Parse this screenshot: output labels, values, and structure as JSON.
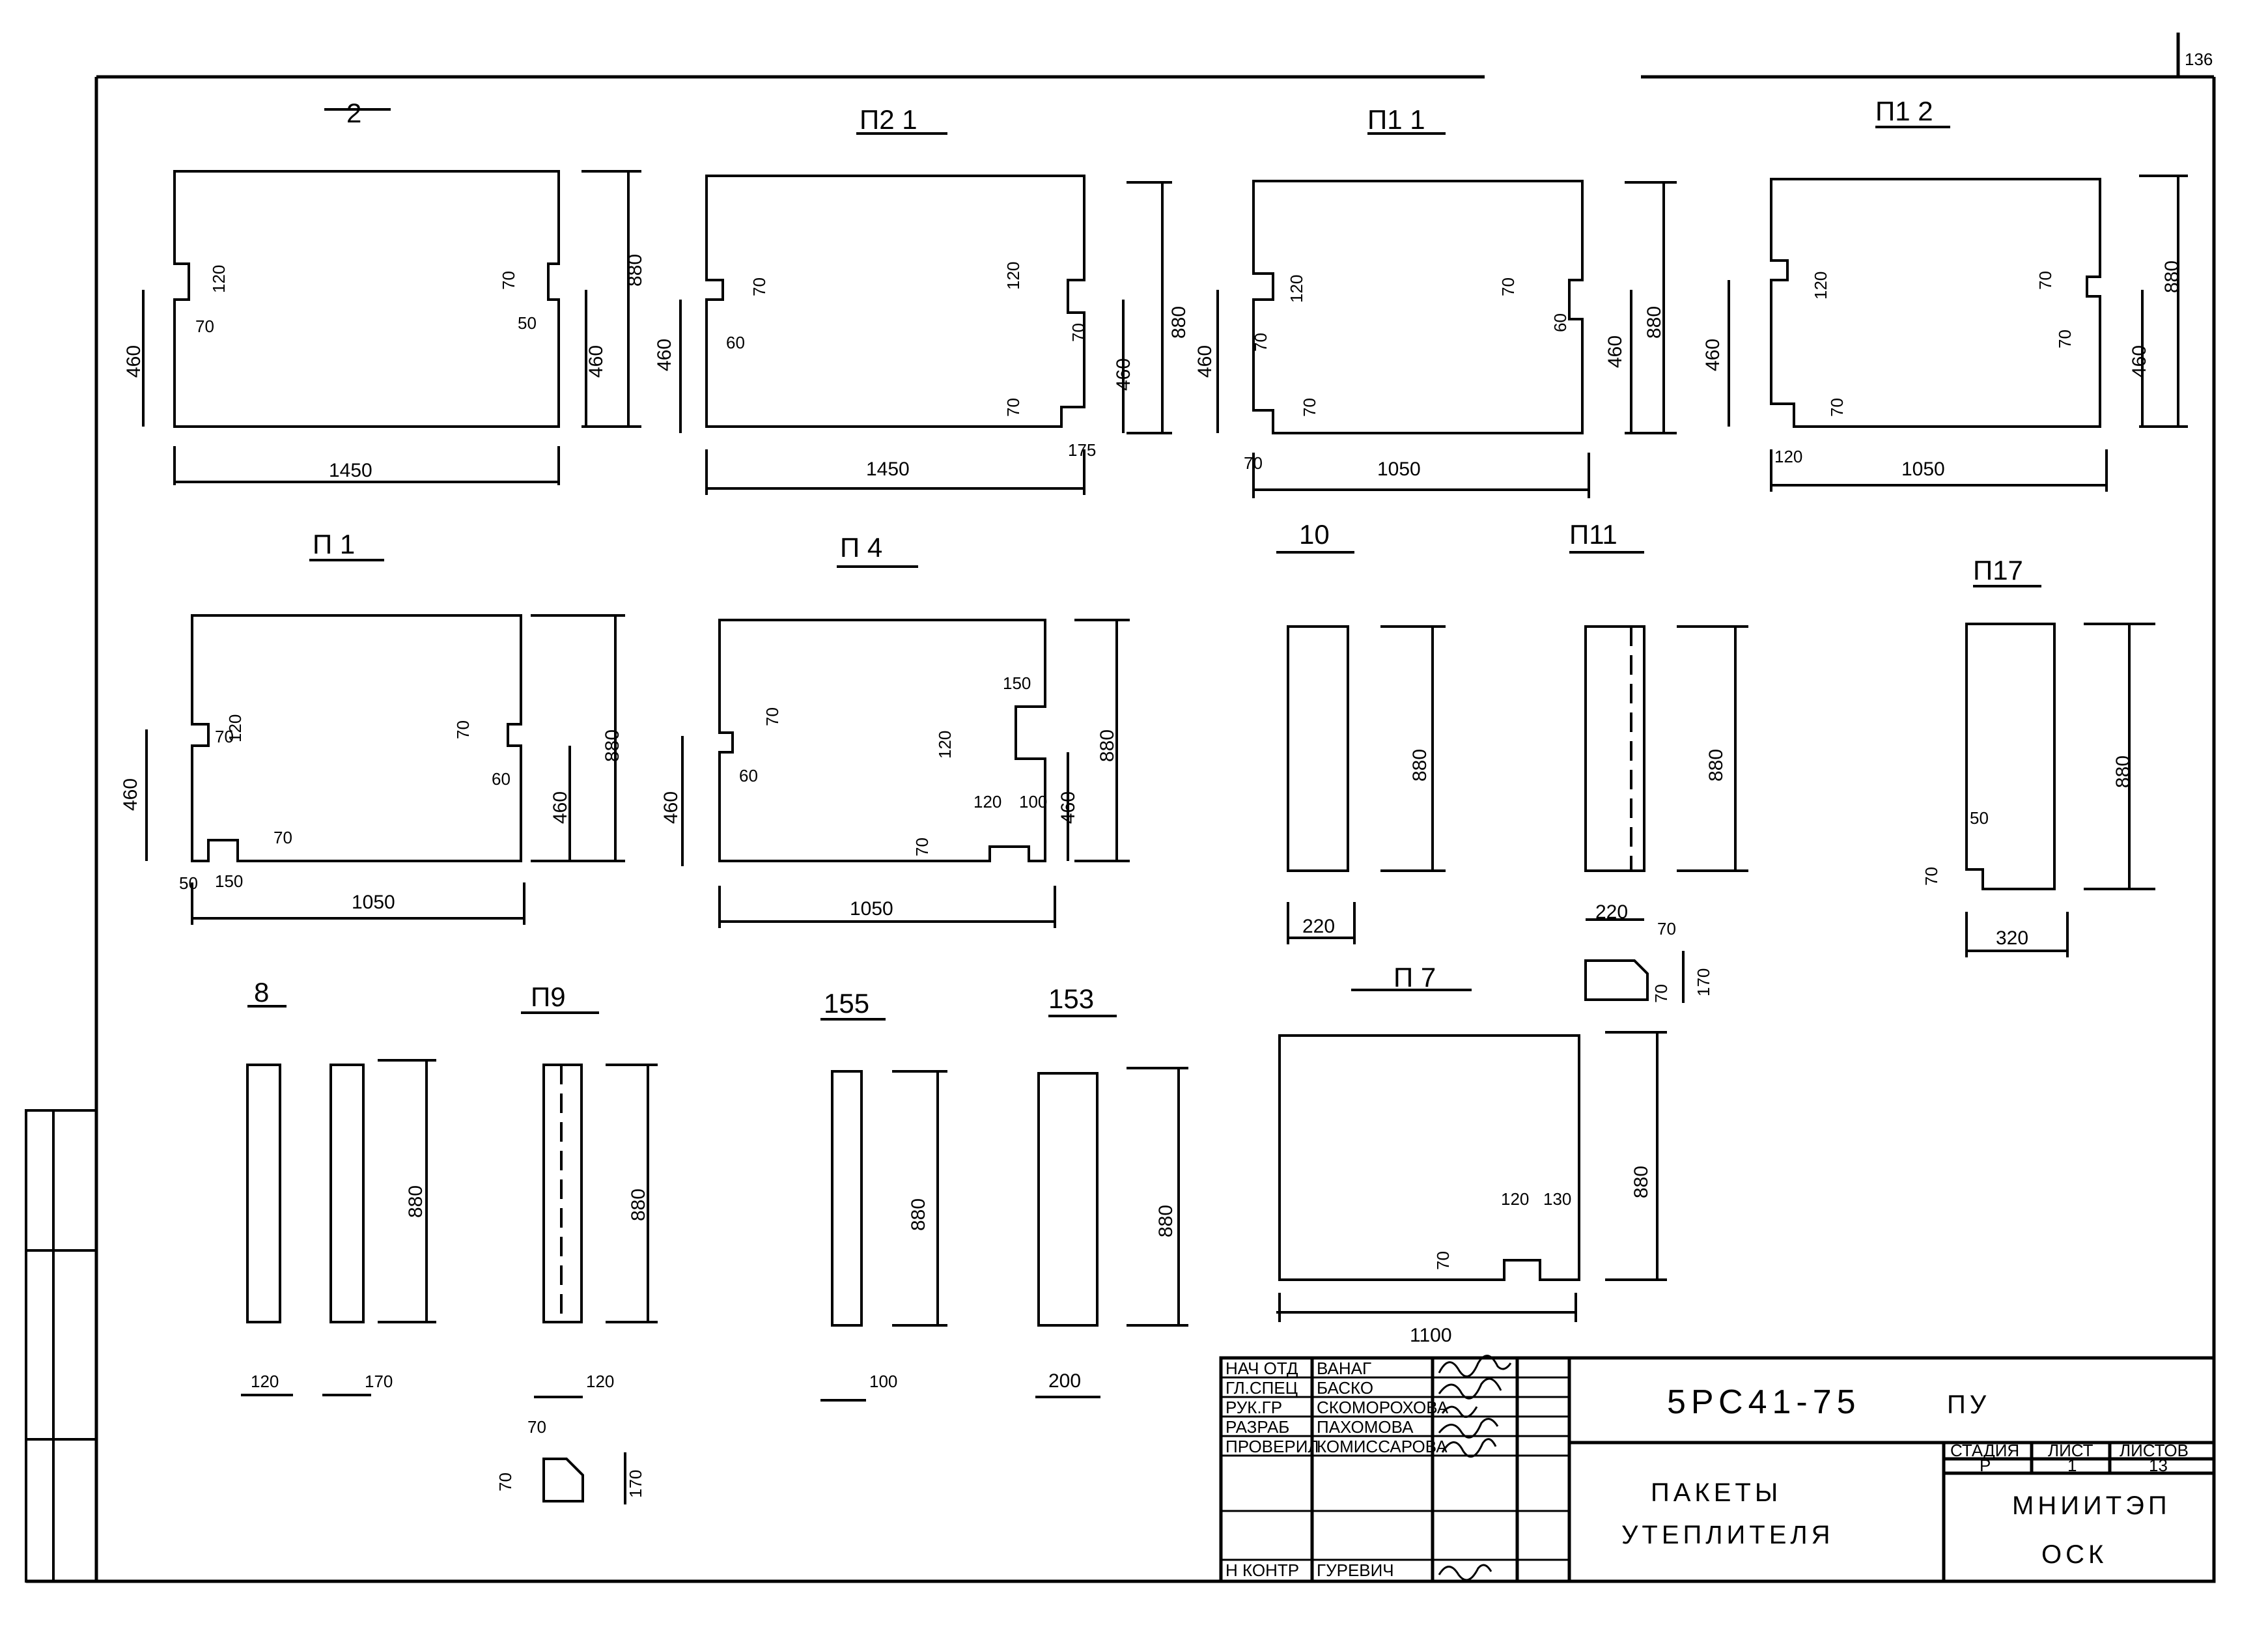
{
  "page": {
    "sheet_number": "136"
  },
  "panels": [
    {
      "id": "p2",
      "title": "2",
      "dims": [
        "1450",
        "880",
        "460",
        "460",
        "70",
        "120",
        "70",
        "50"
      ]
    },
    {
      "id": "p21",
      "title": "П2 1",
      "dims": [
        "1450",
        "880",
        "460",
        "460",
        "70",
        "60",
        "120",
        "70",
        "70",
        "175"
      ]
    },
    {
      "id": "p11a",
      "title": "П1 1",
      "dims": [
        "1050",
        "880",
        "460",
        "460",
        "120",
        "70",
        "70",
        "70",
        "60",
        "70"
      ]
    },
    {
      "id": "p12",
      "title": "П1 2",
      "dims": [
        "1050",
        "880",
        "460",
        "460",
        "120",
        "70",
        "70",
        "70",
        "120"
      ]
    },
    {
      "id": "p1",
      "title": "П 1",
      "dims": [
        "1050",
        "880",
        "460",
        "460",
        "120",
        "70",
        "70",
        "60",
        "70",
        "50",
        "150"
      ]
    },
    {
      "id": "p4",
      "title": "П 4",
      "dims": [
        "1050",
        "880",
        "460",
        "460",
        "70",
        "60",
        "150",
        "120",
        "120",
        "100",
        "70"
      ]
    },
    {
      "id": "p10",
      "title": "10",
      "dims": [
        "880",
        "220"
      ]
    },
    {
      "id": "p111",
      "title": "П11",
      "dims": [
        "880",
        "220",
        "70",
        "70",
        "170"
      ]
    },
    {
      "id": "p17",
      "title": "П17",
      "dims": [
        "880",
        "50",
        "70",
        "320"
      ]
    },
    {
      "id": "p8",
      "title": "8",
      "dims": [
        "880",
        "120",
        "170"
      ]
    },
    {
      "id": "p9",
      "title": "П9",
      "dims": [
        "880",
        "120",
        "70",
        "70",
        "170"
      ]
    },
    {
      "id": "p155",
      "title": "155",
      "dims": [
        "880",
        "100"
      ]
    },
    {
      "id": "p153",
      "title": "153",
      "dims": [
        "880",
        "200"
      ]
    },
    {
      "id": "p7",
      "title": "П 7",
      "dims": [
        "1100",
        "880",
        "120",
        "130",
        "70"
      ]
    }
  ],
  "title_block": {
    "roles": [
      {
        "role": "НАЧ ОТД",
        "name": "ВАНАГ"
      },
      {
        "role": "ГЛ.СПЕЦ",
        "name": "БАСКО"
      },
      {
        "role": "РУК.ГР",
        "name": "СКОМОРОХОВА"
      },
      {
        "role": "РАЗРАБ",
        "name": "ПАХОМОВА"
      },
      {
        "role": "ПРОВЕРИЛ",
        "name": "КОМИССАРОВА"
      },
      {
        "role": "Н КОНТР",
        "name": "ГУРЕВИЧ"
      }
    ],
    "code": "5РС41-75",
    "code_suffix": "ПУ",
    "drawing_title_1": "ПАКЕТЫ",
    "drawing_title_2": "УТЕПЛИТЕЛЯ",
    "stage_header": "СТАДИЯ",
    "sheet_header": "ЛИСТ",
    "sheets_header": "ЛИСТОВ",
    "stage": "Р",
    "sheet": "1",
    "sheets": "13",
    "org_1": "МНИИТЭП",
    "org_2": "ОСК"
  }
}
